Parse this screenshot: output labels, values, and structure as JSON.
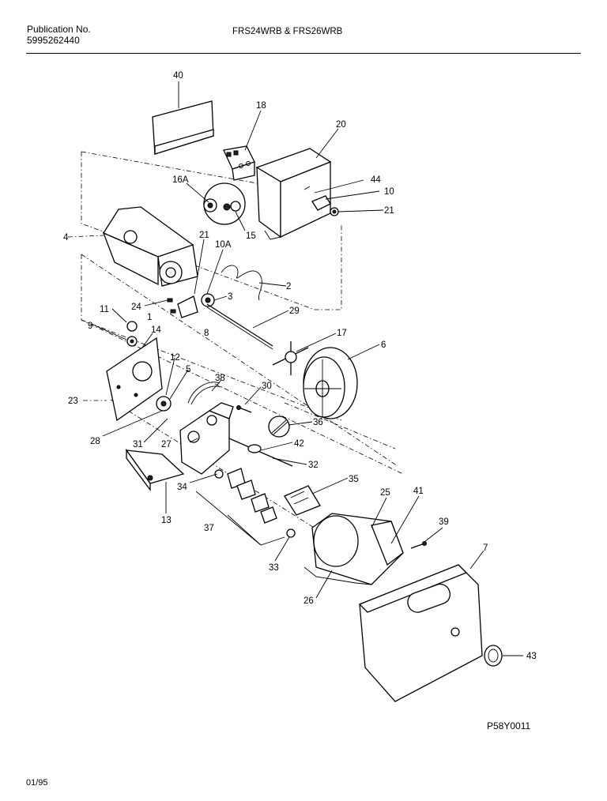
{
  "header": {
    "publication_label": "Publication No.",
    "publication_number": "5995262440",
    "model": "FRS24WRB & FRS26WRB"
  },
  "footer": {
    "reference": "P58Y0011",
    "date": "01/95"
  },
  "callouts": [
    "40",
    "18",
    "20",
    "16A",
    "44",
    "10",
    "21",
    "15",
    "4",
    "21",
    "10A",
    "2",
    "24",
    "3",
    "29",
    "1",
    "11",
    "8",
    "9",
    "14",
    "17",
    "6",
    "12",
    "5",
    "38",
    "30",
    "23",
    "36",
    "28",
    "31",
    "27",
    "42",
    "32",
    "34",
    "35",
    "25",
    "41",
    "13",
    "37",
    "39",
    "7",
    "33",
    "26",
    "43"
  ]
}
